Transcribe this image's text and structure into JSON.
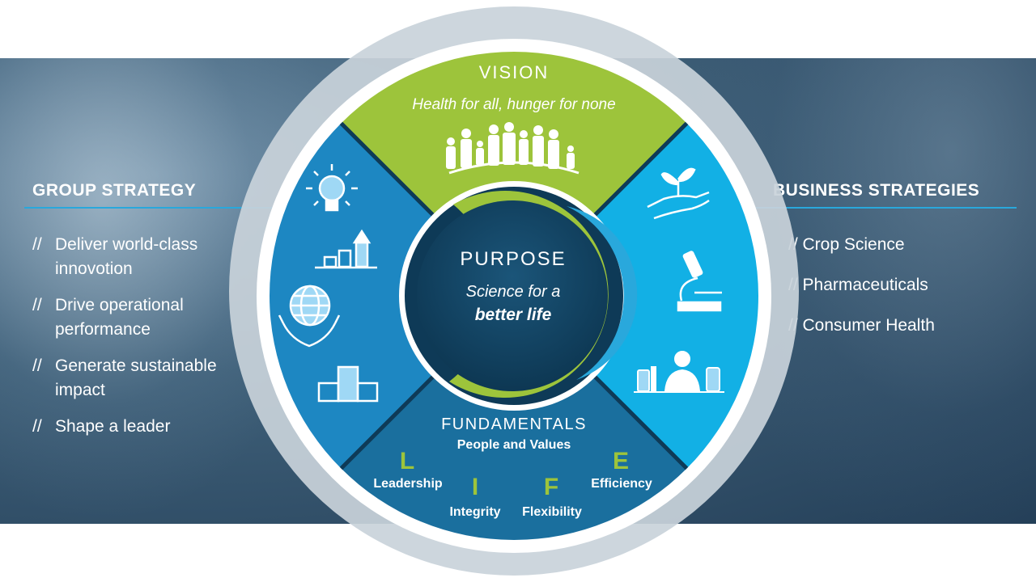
{
  "group_strategy": {
    "heading": "GROUP STRATEGY",
    "items": [
      {
        "prefix": "//",
        "text": "Deliver world-class innovotion"
      },
      {
        "prefix": "//",
        "text": "Drive operational performance"
      },
      {
        "prefix": "//",
        "text": "Generate sustainable impact"
      },
      {
        "prefix": "//",
        "text": "Shape a leader"
      }
    ]
  },
  "business_strategies": {
    "heading": "BUSINESS STRATEGIES",
    "items": [
      "// Crop Science",
      "// Pharmaceuticals",
      "// Consumer Health"
    ]
  },
  "vision": {
    "title": "VISION",
    "subtitle": "Health for all, hunger for none"
  },
  "purpose": {
    "title": "PURPOSE",
    "line1": "Science for a",
    "line2": "better life"
  },
  "fundamentals": {
    "title": "FUNDAMENTALS",
    "subtitle": "People and Values",
    "values": [
      {
        "letter": "L",
        "word": "Leadership"
      },
      {
        "letter": "I",
        "word": "Integrity"
      },
      {
        "letter": "F",
        "word": "Flexibility"
      },
      {
        "letter": "E",
        "word": "Efficiency"
      }
    ]
  },
  "colors": {
    "vision_green": "#9dc43b",
    "left_blue": "#1d87c2",
    "right_blue": "#12b0e5",
    "bottom_teal": "#1a6f9e",
    "center_navy": "#10405f",
    "ring_gray": "#c9d2da",
    "accent_line": "#29a8dc"
  },
  "icons": {
    "left": [
      "lightbulb-icon",
      "bar-chart-growth-icon",
      "globe-in-hands-icon",
      "podium-icon"
    ],
    "right": [
      "plant-in-hand-icon",
      "microscope-icon",
      "pharmacist-products-icon"
    ],
    "vision": "people-group-icon"
  }
}
